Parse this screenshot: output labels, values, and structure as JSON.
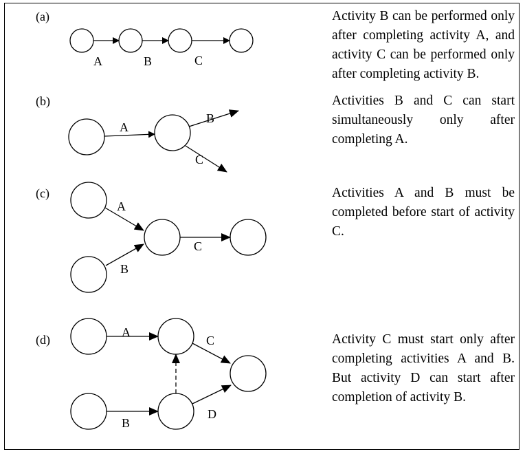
{
  "panels": {
    "a": {
      "label": "(a)",
      "edges": [
        "A",
        "B",
        "C"
      ],
      "description": "Activity B can be performed only after completing activity A, and activity C can be performed only after completing activity B."
    },
    "b": {
      "label": "(b)",
      "edges": [
        "A",
        "B",
        "C"
      ],
      "description": "Activities B and C can start simultaneously only after completing A."
    },
    "c": {
      "label": "(c)",
      "edges": [
        "A",
        "B",
        "C"
      ],
      "description": "Activities A and B must be completed before start of activity C."
    },
    "d": {
      "label": "(d)",
      "edges": [
        "A",
        "B",
        "C",
        "D"
      ],
      "description": "Activity C must start only after completing activities A and B. But activity D can start after completion of activity B."
    }
  }
}
